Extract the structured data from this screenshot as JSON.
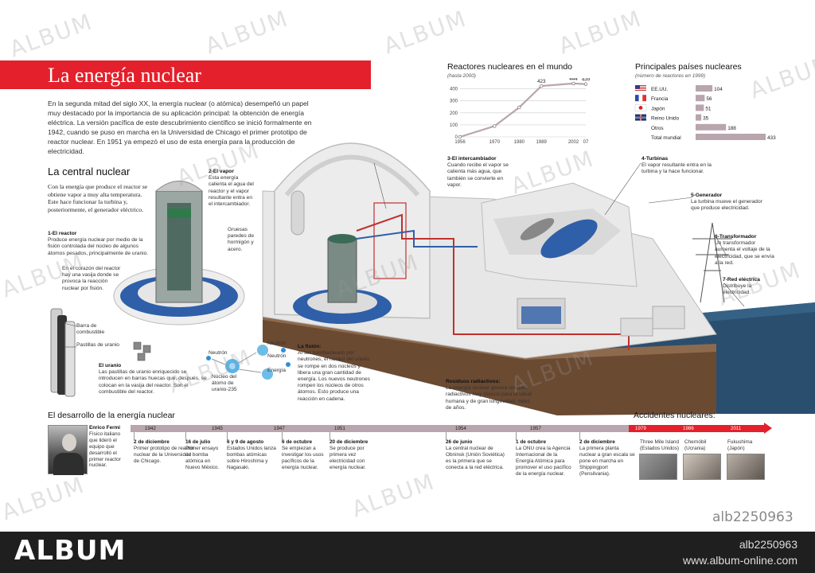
{
  "header": {
    "title": "La energía nuclear"
  },
  "intro": "En la segunda mitad del siglo XX, la energía nuclear (o atómica) desempeñó un papel muy destacado por la importancia de su aplicación principal: la obtención de energía eléctrica. La versión pacífica de este descubrimiento científico se inició formalmente en 1942, cuando se puso en marcha en la Universidad de Chicago el primer prototipo de reactor nuclear. En 1951 ya empezó el uso de esta energía para la producción de electricidad.",
  "central": {
    "title": "La central nuclear",
    "text": "Con la energía que produce el reactor se obtiene vapor a muy alta temperatura. Este hace funcionar la turbina y, posteriormente, el generador eléctrico."
  },
  "labels": {
    "reactor": {
      "title": "1-El reactor",
      "text": "Produce energía nuclear por medio de la fisión controlada del núcleo de algunos átomos pesados, principalmente de uranio."
    },
    "vasija": "En el corazón del reactor hay una vasija donde se provoca la reacción nuclear por fisión.",
    "barra": "Barra de combustible",
    "pastillas": "Pastillas de uranio",
    "uranio": {
      "title": "El uranio",
      "text": "Las pastillas de uranio enriquecido se introducen en barras huecas que, después, se colocan en la vasija del reactor. Son el combustible del reactor."
    },
    "vapor": {
      "title": "2-El vapor",
      "text": "Esta energía calienta el agua del reactor y el vapor resultante entra en el intercambiador."
    },
    "paredes": "Gruesas paredes de hormigón y acero.",
    "intercambiador": {
      "title": "3-El intercambiador",
      "text": "Cuando recibe el vapor se calienta más agua, que también se convierte en vapor."
    },
    "turbinas": {
      "title": "4-Turbinas",
      "text": "El vapor resultante entra en la turbina y la hace funcionar."
    },
    "generador": {
      "title": "5-Generador",
      "text": "La turbina mueve el generador que produce electricidad."
    },
    "transformador": {
      "title": "6-Transformador",
      "text": "Un transformador aumenta el voltaje de la electricidad, que se envía a la red."
    },
    "red": {
      "title": "7-Red eléctrica",
      "text": "Distribuye la electricidad."
    },
    "neutron": "Neutrón",
    "nucleo": "Núcleo del átomo de uranio-235",
    "neutron2": "Neutrón",
    "neutron3": "Neutrón",
    "energia": "Energía",
    "fision": {
      "title": "La fisión:",
      "text": "Al ser bombardeado por neutrones, el núcleo del uranio se rompe en dos núcleos y libera una gran cantidad de energía. Los nuevos neutrones rompen los núcleos de otros átomos. Esto produce una reacción en cadena."
    },
    "residuos": {
      "title": "Residuos radiactivos:",
      "text": "La energía nuclear genera residuos radiactivos muy tóxicos para la salud humana y de gran longevidad, miles de años."
    }
  },
  "line_chart": {
    "title": "Reactores nucleares en el mundo",
    "subtitle": "(hasta 2000)"
  },
  "bar_chart": {
    "title": "Principales países nucleares",
    "subtitle": "(número de reactores en 1999)"
  },
  "chart_data": [
    {
      "type": "line",
      "x": [
        1956,
        1970,
        1980,
        1989,
        2002,
        2007
      ],
      "y": [
        0,
        90,
        245,
        423,
        444,
        439
      ],
      "xticks": [
        "1956",
        "1970",
        "1980",
        "1989",
        "2002",
        "07"
      ],
      "yticks": [
        0,
        100,
        200,
        300,
        400
      ],
      "point_labels": [
        "",
        "",
        "",
        "423",
        "444",
        "439"
      ],
      "ylim": [
        0,
        450
      ],
      "grid": true,
      "colors": {
        "line": "#b8a5ad"
      }
    },
    {
      "type": "bar",
      "orientation": "horizontal",
      "categories": [
        "EE.UU.",
        "Francia",
        "Japón",
        "Reino Unido",
        "Otros",
        "Total mundial"
      ],
      "values": [
        104,
        56,
        51,
        35,
        188,
        433
      ],
      "colors": {
        "bar": "#b8a5ad"
      }
    }
  ],
  "timeline": {
    "title": "El desarrollo de la energía nuclear",
    "fermi": {
      "name": "Enrico Fermi",
      "text": "Físico italiano que lideró el equipo que desarrolló el primer reactor nuclear."
    },
    "years": [
      "1942",
      "1945",
      "1947",
      "1951",
      "1954",
      "1957"
    ],
    "events": [
      {
        "date": "2 de diciembre",
        "text": "Primer prototipo de reactor nuclear de la Universidad de Chicago."
      },
      {
        "date": "16 de julio",
        "text": "Primer ensayo de bomba atómica en Nuevo México."
      },
      {
        "date": "6 y 9 de agosto",
        "text": "Estados Unidos lanza bombas atómicas sobre Hiroshima y Nagasaki."
      },
      {
        "date": "6 de octubre",
        "text": "Se empiezan a investigar los usos pacíficos de la energía nuclear."
      },
      {
        "date": "20 de diciembre",
        "text": "Se produce por primera vez electricidad con energía nuclear."
      },
      {
        "date": "26 de junio",
        "text": "La central nuclear de Obninsk (Unión Soviética) es la primera que se conecta a la red eléctrica."
      },
      {
        "date": "1 de octubre",
        "text": "La ONU crea la Agencia Internacional de la Energía Atómica para promover el uso pacífico de la energía nuclear."
      },
      {
        "date": "2 de diciembre",
        "text": "La primera planta nuclear a gran escala se pone en marcha en Shippingport (Pensilvania)."
      }
    ]
  },
  "accidents": {
    "title": "Accidentes nucleares:",
    "years": [
      "1979",
      "1986",
      "2011"
    ],
    "items": [
      {
        "name": "Three Mile Island",
        "place": "(Estados Unidos)"
      },
      {
        "name": "Chernóbil",
        "place": "(Ucrania)"
      },
      {
        "name": "Fukushima",
        "place": "(Japón)"
      }
    ]
  },
  "watermark": "ALBUM",
  "stamp_id": "alb2250963",
  "footer": {
    "logo": "ALBUM",
    "id": "alb2250963",
    "url": "www.album-online.com"
  },
  "colors": {
    "accent": "#e3202b",
    "timeline": "#b8a5ad",
    "water": "#2a4e6e",
    "reactor_blue": "#2f5fa8"
  }
}
